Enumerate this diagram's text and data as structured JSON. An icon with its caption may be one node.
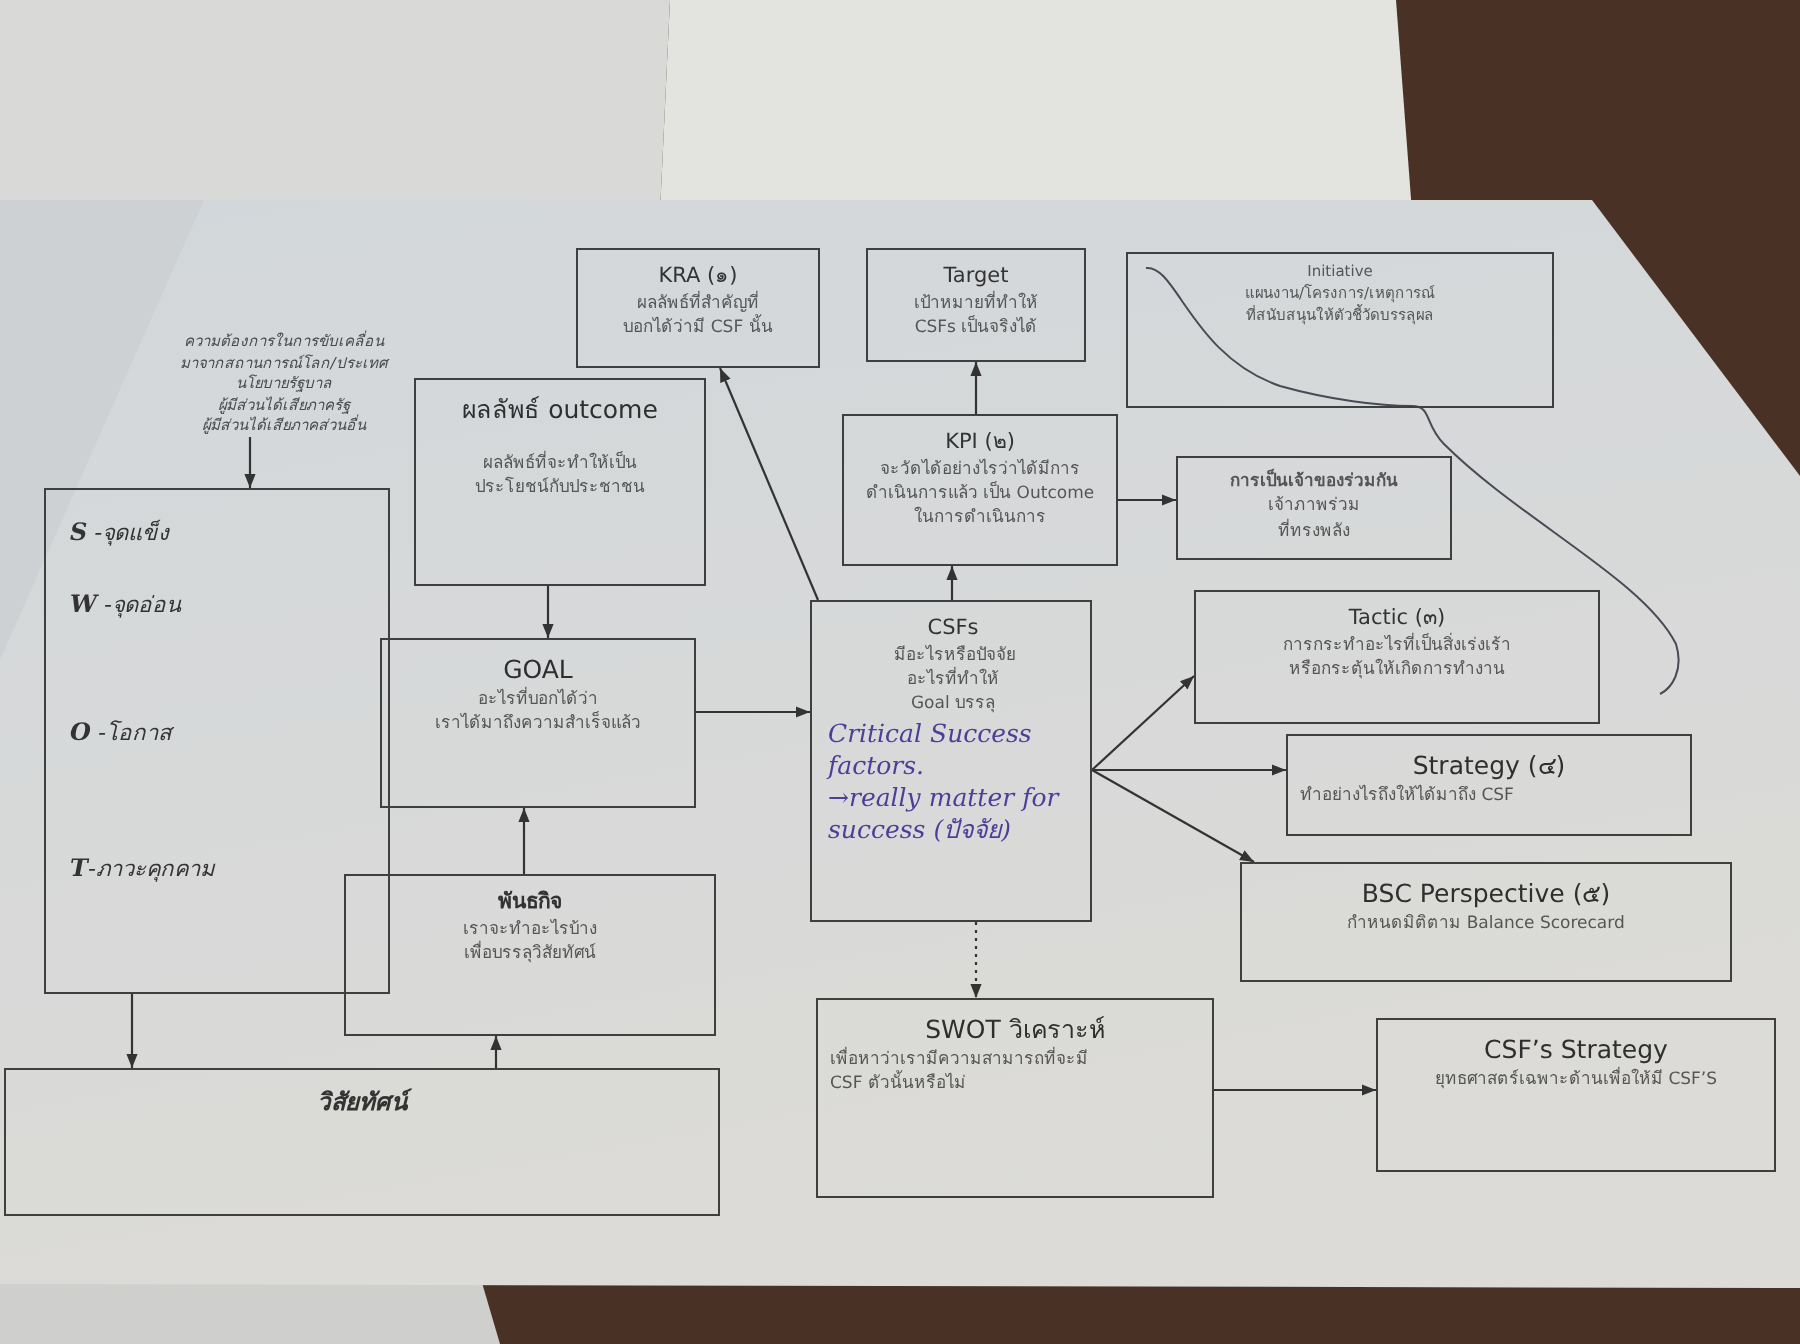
{
  "diagram": {
    "nodes": [
      {
        "text": [
          "ความต้องการในการขับเคลื่อน มาจากสถานการณ์โลก/ประเทศ นโยบายรัฐบาล ผู้มีส่วนได้เสียภาครัฐ ผู้มีส่วนได้เสียภาคส่วนอื่น"
        ]
      },
      {
        "text": [
          "KRA (๑)",
          "ผลลัพธ์ที่สำคัญที่ บอกได้ว่ามี CSF นั้น"
        ]
      },
      {
        "text": [
          "Target",
          "เป้าหมายที่ทำให้ CSFs เป็นจริงได้"
        ]
      },
      {
        "text": [
          "Initiative",
          "แผนงาน/โครงการ/เหตุการณ์ ที่สนับสนุนให้ตัวชี้วัดบรรลุผล"
        ]
      },
      {
        "text": [
          "ผลลัพธ์ outcome",
          "ผลลัพธ์ที่จะทำให้เป็น ประโยชน์กับประชาชน"
        ]
      },
      {
        "text": [
          "KPI (๒)",
          "จะวัดได้อย่างไรว่าได้มีการ ดำเนินการแล้ว เป็น Outcome ในการดำเนินการ"
        ]
      },
      {
        "text": [
          "การเป็นเจ้าของร่วมกัน",
          "เจ้าภาพร่วม ที่ทรงพลัง"
        ]
      },
      {
        "text": [
          "**S** -จุดแข็ง",
          "**W** -จุดอ่อน",
          "**O** -โอกาส",
          "**T**-ภาวะคุกคาม"
        ]
      },
      {
        "text": [
          "GOAL",
          "อะไรที่บอกได้ว่า เราได้มาถึงความสำเร็จแล้ว"
        ]
      },
      {
        "text": [
          "CSFs",
          "มีอะไรหรือปัจจัย อะไรที่ทำให้ Goal บรรลุ",
          "Critical Success factors.",
          "→really matter for success (ปัจจัย)"
        ]
      },
      {
        "text": [
          "Tactic (๓)",
          "การกระทำอะไรที่เป็นสิ่งเร่งเร้า หรือกระตุ้นให้เกิดการทำงาน"
        ]
      },
      {
        "text": [
          "Strategy (๔)",
          "ทำอย่างไรถึงให้ได้มาถึง CSF"
        ]
      },
      {
        "text": [
          "BSC Perspective (๕)",
          "กำหนดมิติตาม Balance Scorecard"
        ]
      },
      {
        "text": [
          "พันธกิจ",
          "เราจะทำอะไรบ้าง เพื่อบรรลุวิสัยทัศน์"
        ]
      },
      {
        "text": [
          "SWOT วิเคราะห์",
          "เพื่อหาว่าเรามีความสามารถที่จะมี CSF ตัวนั้นหรือไม่"
        ]
      },
      {
        "text": [
          "CSF’s Strategy",
          "ยุทธศาสตร์เฉพาะด้านเพื่อให้มี CSF’S"
        ]
      },
      {
        "text": [
          "วิสัยทัศน์"
        ]
      }
    ],
    "edges": [
      {
        "from": 0,
        "to": 7,
        "arrow": "to"
      },
      {
        "from": 7,
        "to": 16,
        "arrow": "to"
      },
      {
        "from": 16,
        "to": 13,
        "arrow": "to"
      },
      {
        "from": 13,
        "to": 8,
        "arrow": "to"
      },
      {
        "from": 4,
        "to": 8,
        "arrow": "to"
      },
      {
        "from": 8,
        "to": 9,
        "arrow": "to"
      },
      {
        "from": 9,
        "to": 1,
        "arrow": "to"
      },
      {
        "from": 9,
        "to": 5,
        "arrow": "to"
      },
      {
        "from": 5,
        "to": 2,
        "arrow": "to"
      },
      {
        "from": 5,
        "to": 6,
        "arrow": "to"
      },
      {
        "from": 9,
        "to": 10,
        "arrow": "to"
      },
      {
        "from": 9,
        "to": 11,
        "arrow": "to"
      },
      {
        "from": 9,
        "to": 12,
        "arrow": "to"
      },
      {
        "from": 9,
        "to": 14,
        "arrow": "to",
        "style": "dashed"
      },
      {
        "from": 14,
        "to": 15,
        "arrow": "to"
      }
    ]
  }
}
